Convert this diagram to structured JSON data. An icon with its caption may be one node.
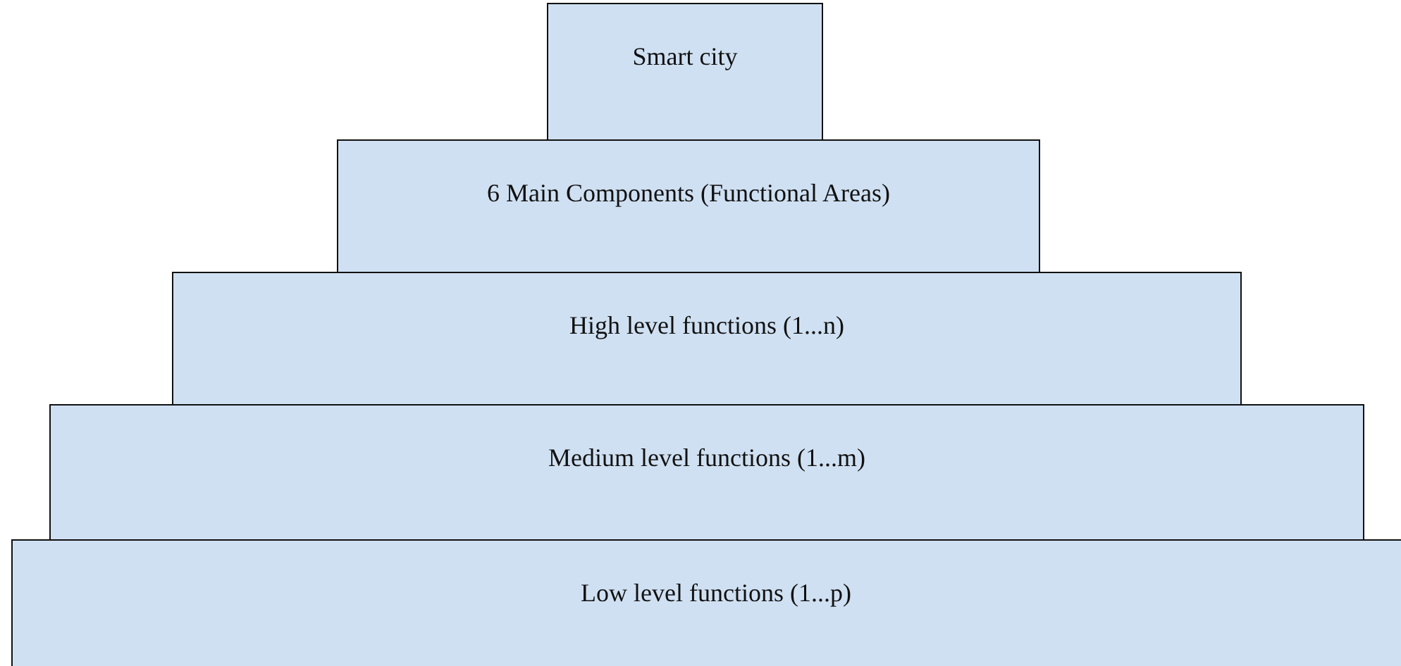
{
  "diagram": {
    "nodes": [
      {
        "text": [
          "Smart city"
        ]
      },
      {
        "text": [
          "6 Main Components (Functional Areas)"
        ]
      },
      {
        "text": [
          "High level functions (1...n)"
        ]
      },
      {
        "text": [
          "Medium level functions (1...m)"
        ]
      },
      {
        "text": [
          "Low level functions (1...p)"
        ]
      }
    ]
  }
}
